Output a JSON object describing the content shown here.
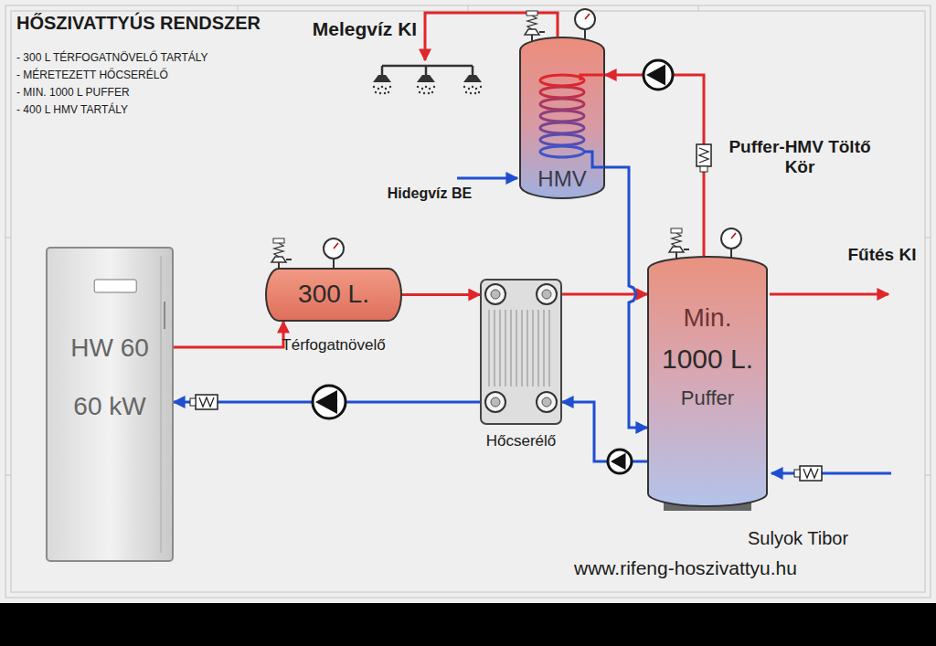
{
  "diagram": {
    "title": "HŐSZIVATTYÚS RENDSZER",
    "nodes": [
      {
        "text": [
          "HW 60",
          "60 kW"
        ]
      },
      {
        "text": [
          "300 L.",
          "Térfogatnövelő"
        ]
      },
      {
        "text": [
          "Hőcserélő"
        ]
      },
      {
        "text": [
          "HMV"
        ]
      },
      {
        "text": [
          "Min.",
          "1000 L.",
          "Puffer"
        ]
      }
    ],
    "edges": [
      {
        "from": 0,
        "to": 1,
        "arrow": "to"
      },
      {
        "from": 1,
        "to": 2,
        "arrow": "to"
      },
      {
        "from": 2,
        "to": 4,
        "arrow": "to"
      },
      {
        "from": 4,
        "to": 2,
        "arrow": "to"
      },
      {
        "from": 2,
        "to": 0,
        "arrow": "to"
      },
      {
        "from": 4,
        "to": 3,
        "arrow": "to"
      },
      {
        "from": 3,
        "to": 4,
        "arrow": "to"
      }
    ],
    "labels": [
      "- 300 L TÉRFOGATNÖVELŐ TARTÁLY",
      "- MÉRETEZETT HŐCSERÉLŐ",
      "- MIN. 1000 L PUFFER",
      "- 400 L HMV TARTÁLY",
      "Melegvíz KI",
      "Hidegvíz BE",
      "Puffer-HMV Töltő Kör",
      "Fűtés KI",
      "Sulyok Tibor",
      "www.rifeng-hoszivattyu.hu"
    ]
  }
}
